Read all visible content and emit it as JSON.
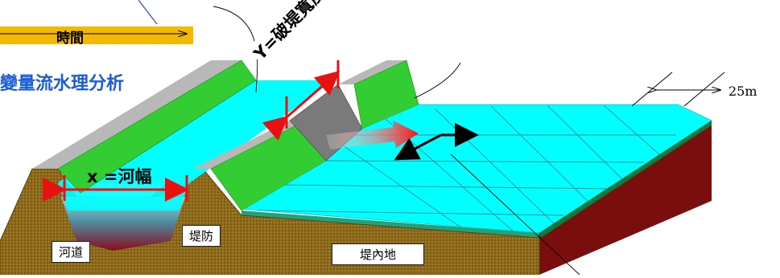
{
  "time_bar": {
    "label": "時間"
  },
  "analysis_title": "變量流水理分析",
  "breach_width_label": "Y=破堤寬度",
  "river_width_label": "x =河幅",
  "grid_spacing_label": "25m",
  "labels": {
    "river_channel": "河道",
    "levee": "堤防",
    "protected_land": "堤內地"
  },
  "colors": {
    "water": "#00ffff",
    "levee_green": "#33cc33",
    "soil": "#8c6a1c",
    "time_bar": "#f5b800",
    "title_blue": "#1a5cd8",
    "dimension_red": "#e81010",
    "slab_side": "#7a0d0d"
  }
}
